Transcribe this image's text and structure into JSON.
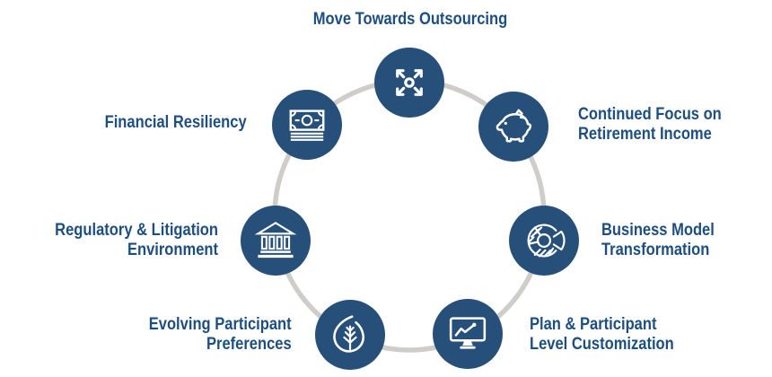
{
  "diagram": {
    "type": "circular-cycle",
    "items": [
      {
        "id": "move-towards-outsourcing",
        "lines": [
          "Move Towards Outsourcing"
        ],
        "icon": "expand-arrows-icon",
        "position": "top"
      },
      {
        "id": "continued-focus-on-retirement-income",
        "lines": [
          "Continued Focus on",
          "Retirement Income"
        ],
        "icon": "piggy-bank-icon",
        "position": "top-right"
      },
      {
        "id": "business-model-transformation",
        "lines": [
          "Business Model",
          "Transformation"
        ],
        "icon": "donut-chart-icon",
        "position": "right"
      },
      {
        "id": "plan-participant-level-customization",
        "lines": [
          "Plan & Participant",
          "Level Customization"
        ],
        "icon": "monitor-chart-icon",
        "position": "bottom-right"
      },
      {
        "id": "evolving-participant-preferences",
        "lines": [
          "Evolving Participant",
          "Preferences"
        ],
        "icon": "leaf-icon",
        "position": "bottom-left"
      },
      {
        "id": "regulatory-litigation-environment",
        "lines": [
          "Regulatory & Litigation",
          "Environment"
        ],
        "icon": "bank-building-icon",
        "position": "left"
      },
      {
        "id": "financial-resiliency",
        "lines": [
          "Financial Resiliency"
        ],
        "icon": "money-icon",
        "position": "top-left"
      }
    ],
    "colors": {
      "node_circle": "#26507a",
      "label_text": "#1d4e80",
      "ring": "#cecdca",
      "icon_stroke": "#ffffff",
      "background": "#ffffff"
    }
  }
}
